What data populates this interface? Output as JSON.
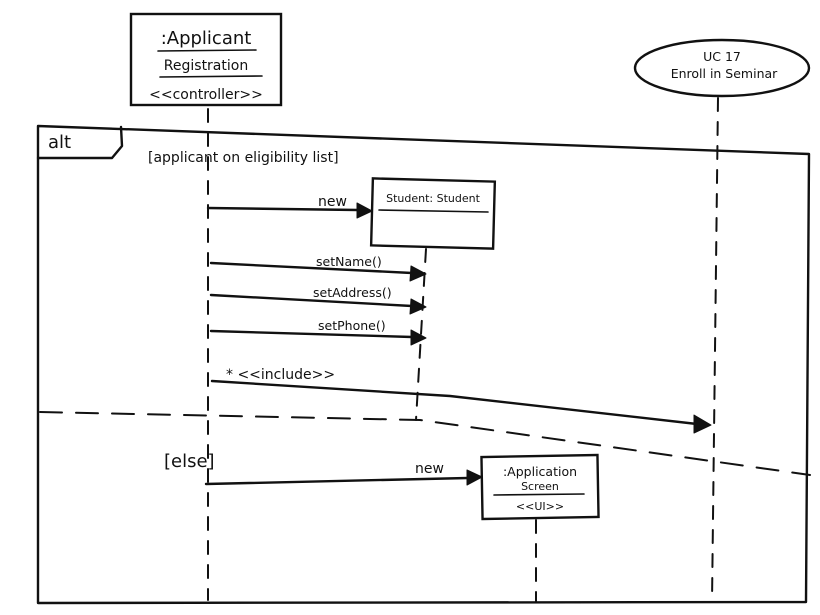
{
  "lifelines": {
    "controller": {
      "name": ":Applicant",
      "name_line2": "Registration",
      "stereotype": "<<controller>>"
    },
    "use_case": {
      "line1": "UC 17",
      "line2": "Enroll in Seminar"
    },
    "student": {
      "name": "Student: Student"
    },
    "screen": {
      "name": ":Application",
      "name_line2": "Screen",
      "stereotype": "<<UI>>"
    }
  },
  "fragment": {
    "operator": "alt",
    "guard_1": "[applicant on eligibility list]",
    "guard_2": "[else]"
  },
  "messages": {
    "new_student": "new",
    "set_name": "setName()",
    "set_address": "setAddress()",
    "set_phone": "setPhone()",
    "include": "* <<include>>",
    "new_screen": "new"
  }
}
